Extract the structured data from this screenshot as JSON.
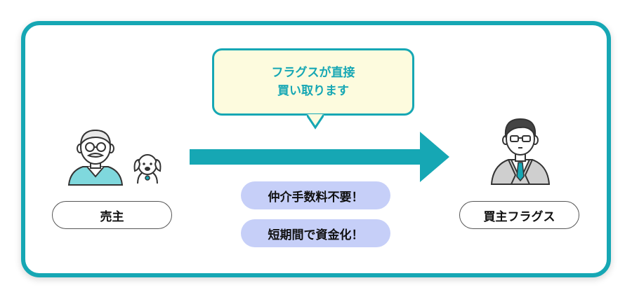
{
  "bubble": {
    "line1": "フラグスが直接",
    "line2": "買い取ります"
  },
  "benefits": [
    "仲介手数料不要！",
    "短期間で資金化！"
  ],
  "seller_label": "売主",
  "buyer_label": "買主フラグス",
  "colors": {
    "teal": "#16a7b4",
    "bubble_bg": "#fdfbde",
    "pill_bg": "#c6cff8",
    "seller_sweater": "#7fd8dd",
    "buyer_tie": "#16a7b4"
  },
  "icons": {
    "seller": "elderly-man-icon",
    "pet": "dog-icon",
    "buyer": "businessman-icon",
    "flow": "right-arrow-icon"
  }
}
